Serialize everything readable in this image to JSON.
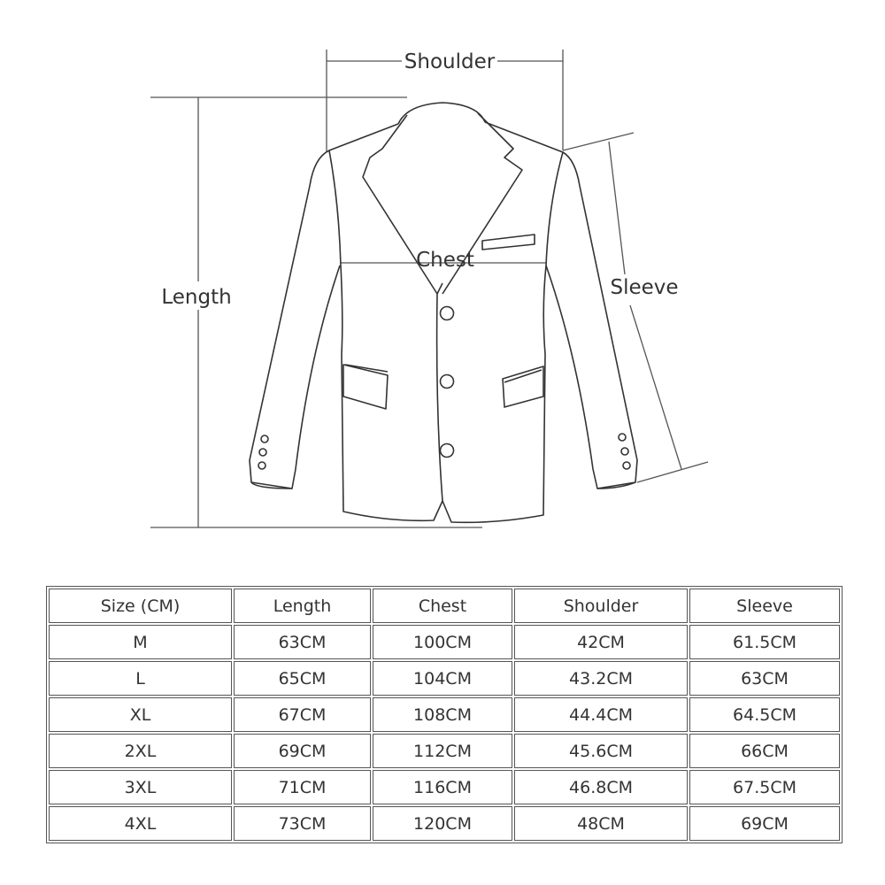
{
  "diagram": {
    "labels": {
      "shoulder": "Shoulder",
      "length": "Length",
      "chest": "Chest",
      "sleeve": "Sleeve"
    }
  },
  "table": {
    "headers": [
      "Size (CM)",
      "Length",
      "Chest",
      "Shoulder",
      "Sleeve"
    ],
    "rows": [
      [
        "M",
        "63CM",
        "100CM",
        "42CM",
        "61.5CM"
      ],
      [
        "L",
        "65CM",
        "104CM",
        "43.2CM",
        "63CM"
      ],
      [
        "XL",
        "67CM",
        "108CM",
        "44.4CM",
        "64.5CM"
      ],
      [
        "2XL",
        "69CM",
        "112CM",
        "45.6CM",
        "66CM"
      ],
      [
        "3XL",
        "71CM",
        "116CM",
        "46.8CM",
        "67.5CM"
      ],
      [
        "4XL",
        "73CM",
        "120CM",
        "48CM",
        "69CM"
      ]
    ]
  }
}
